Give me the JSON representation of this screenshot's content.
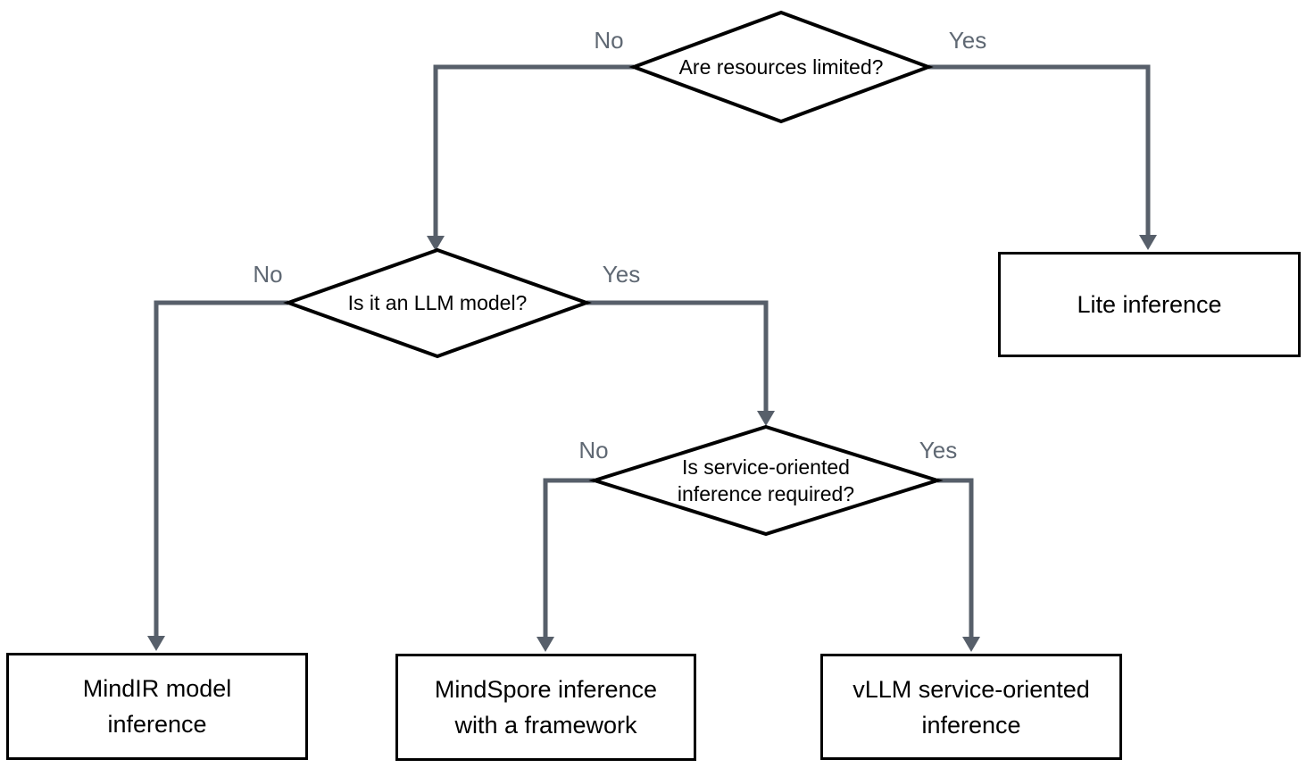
{
  "colors": {
    "connector": "#575f6a",
    "edge_label": "#5f6873",
    "node_outline": "#000000",
    "node_fill": "#ffffff",
    "text": "#000000",
    "background": "#ffffff"
  },
  "decisions": [
    {
      "question": "Are resources limited?",
      "no": "No",
      "yes": "Yes"
    },
    {
      "question": "Is it an LLM model?",
      "no": "No",
      "yes": "Yes"
    },
    {
      "question": "Is service-oriented inference required?",
      "no": "No",
      "yes": "Yes"
    }
  ],
  "outcomes": [
    {
      "label": "Lite inference"
    },
    {
      "label": "MindIR model inference"
    },
    {
      "label": "MindSpore inference with a framework"
    },
    {
      "label": "vLLM service-oriented inference"
    }
  ],
  "edges": [
    {
      "from": "Are resources limited?",
      "answer": "No",
      "to": "Is it an LLM model?"
    },
    {
      "from": "Are resources limited?",
      "answer": "Yes",
      "to": "Lite inference"
    },
    {
      "from": "Is it an LLM model?",
      "answer": "No",
      "to": "MindIR model inference"
    },
    {
      "from": "Is it an LLM model?",
      "answer": "Yes",
      "to": "Is service-oriented inference required?"
    },
    {
      "from": "Is service-oriented inference required?",
      "answer": "No",
      "to": "MindSpore inference with a framework"
    },
    {
      "from": "Is service-oriented inference required?",
      "answer": "Yes",
      "to": "vLLM service-oriented inference"
    }
  ]
}
